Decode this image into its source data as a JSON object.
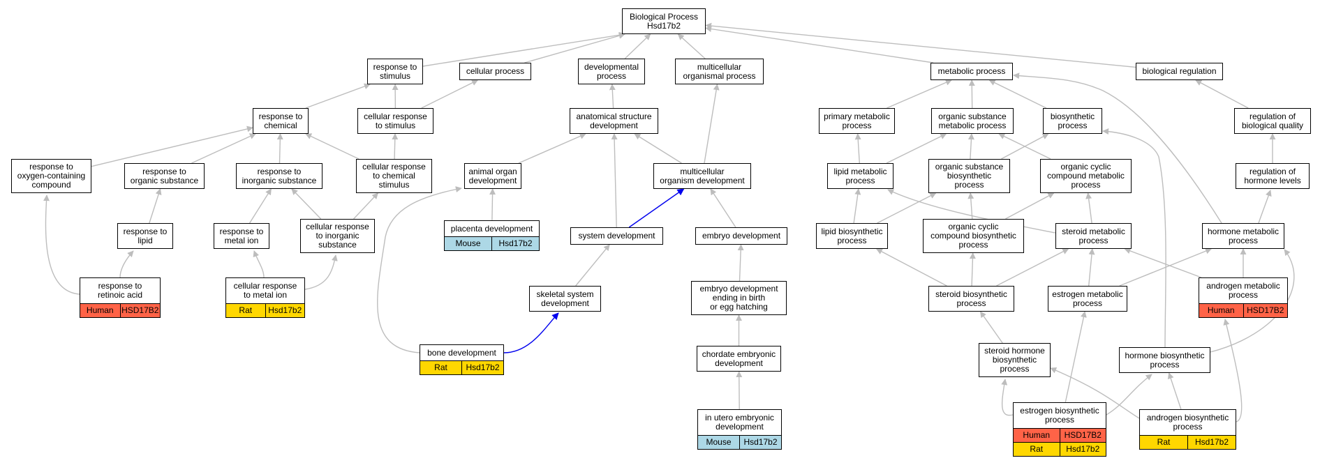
{
  "colors": {
    "edge": "#bdbdbd",
    "highlight_edge": "#0000ee",
    "Human": "#ff6347",
    "Rat": "#ffd700",
    "Mouse": "#add8e6"
  },
  "nodes": [
    {
      "id": "root",
      "label": "Biological Process\nHsd17b2"
    },
    {
      "id": "resp_stim",
      "label": "response to\nstimulus"
    },
    {
      "id": "cell_proc",
      "label": "cellular process"
    },
    {
      "id": "dev_proc",
      "label": "developmental\nprocess"
    },
    {
      "id": "multi_proc",
      "label": "multicellular\norganismal process"
    },
    {
      "id": "metab",
      "label": "metabolic process"
    },
    {
      "id": "bioreg",
      "label": "biological regulation"
    },
    {
      "id": "resp_chem",
      "label": "response to\nchemical"
    },
    {
      "id": "cell_resp_stim",
      "label": "cellular response\nto stimulus"
    },
    {
      "id": "anat_dev",
      "label": "anatomical structure\ndevelopment"
    },
    {
      "id": "prim_metab",
      "label": "primary metabolic\nprocess"
    },
    {
      "id": "org_sub_metab",
      "label": "organic substance\nmetabolic process"
    },
    {
      "id": "biosynth",
      "label": "biosynthetic\nprocess"
    },
    {
      "id": "reg_bio_qual",
      "label": "regulation of\nbiological quality"
    },
    {
      "id": "resp_oxy",
      "label": "response to\noxygen-containing\ncompound"
    },
    {
      "id": "resp_org_sub",
      "label": "response to\norganic substance"
    },
    {
      "id": "resp_inorg",
      "label": "response to\ninorganic substance"
    },
    {
      "id": "cell_resp_chem",
      "label": "cellular response\nto chemical\nstimulus"
    },
    {
      "id": "animal_organ",
      "label": "animal organ\ndevelopment"
    },
    {
      "id": "multi_dev",
      "label": "multicellular\norganism development"
    },
    {
      "id": "lipid_metab",
      "label": "lipid metabolic\nprocess"
    },
    {
      "id": "org_sub_bios",
      "label": "organic substance\nbiosynthetic\nprocess"
    },
    {
      "id": "org_cyc_metab",
      "label": "organic cyclic\ncompound metabolic\nprocess"
    },
    {
      "id": "reg_horm",
      "label": "regulation of\nhormone levels"
    },
    {
      "id": "resp_lipid",
      "label": "response to\nlipid"
    },
    {
      "id": "resp_metal",
      "label": "response to\nmetal ion"
    },
    {
      "id": "cell_resp_inorg",
      "label": "cellular response\nto inorganic\nsubstance"
    },
    {
      "id": "placenta",
      "label": "placenta development",
      "species": [
        {
          "name": "Mouse",
          "gene": "Hsd17b2"
        }
      ]
    },
    {
      "id": "sys_dev",
      "label": "system development"
    },
    {
      "id": "embryo_dev",
      "label": "embryo development"
    },
    {
      "id": "lipid_bios",
      "label": "lipid biosynthetic\nprocess"
    },
    {
      "id": "org_cyc_bios",
      "label": "organic cyclic\ncompound biosynthetic\nprocess"
    },
    {
      "id": "steroid_metab",
      "label": "steroid metabolic\nprocess"
    },
    {
      "id": "horm_metab",
      "label": "hormone metabolic\nprocess"
    },
    {
      "id": "resp_retinoic",
      "label": "response to\nretinoic acid",
      "species": [
        {
          "name": "Human",
          "gene": "HSD17B2"
        }
      ]
    },
    {
      "id": "cell_resp_metal",
      "label": "cellular response\nto metal ion",
      "species": [
        {
          "name": "Rat",
          "gene": "Hsd17b2"
        }
      ]
    },
    {
      "id": "skeletal",
      "label": "skeletal system\ndevelopment"
    },
    {
      "id": "embryo_birth",
      "label": "embryo development\nending in birth\nor egg hatching"
    },
    {
      "id": "steroid_bios",
      "label": "steroid biosynthetic\nprocess"
    },
    {
      "id": "estrogen_metab",
      "label": "estrogen metabolic\nprocess"
    },
    {
      "id": "androgen_metab",
      "label": "androgen metabolic\nprocess",
      "species": [
        {
          "name": "Human",
          "gene": "HSD17B2"
        }
      ]
    },
    {
      "id": "bone_dev",
      "label": "bone development",
      "species": [
        {
          "name": "Rat",
          "gene": "Hsd17b2"
        }
      ]
    },
    {
      "id": "chordate",
      "label": "chordate embryonic\ndevelopment"
    },
    {
      "id": "steroid_horm_bios",
      "label": "steroid hormone\nbiosynthetic\nprocess"
    },
    {
      "id": "horm_bios",
      "label": "hormone biosynthetic\nprocess"
    },
    {
      "id": "in_utero",
      "label": "in utero embryonic\ndevelopment",
      "species": [
        {
          "name": "Mouse",
          "gene": "Hsd17b2"
        }
      ]
    },
    {
      "id": "estrogen_bios",
      "label": "estrogen biosynthetic\nprocess",
      "species": [
        {
          "name": "Human",
          "gene": "HSD17B2"
        },
        {
          "name": "Rat",
          "gene": "Hsd17b2"
        }
      ]
    },
    {
      "id": "androgen_bios",
      "label": "androgen biosynthetic\nprocess",
      "species": [
        {
          "name": "Rat",
          "gene": "Hsd17b2"
        }
      ]
    }
  ],
  "edges": [
    [
      "resp_stim",
      "root"
    ],
    [
      "cell_proc",
      "root"
    ],
    [
      "dev_proc",
      "root"
    ],
    [
      "multi_proc",
      "root"
    ],
    [
      "metab",
      "root"
    ],
    [
      "bioreg",
      "root"
    ],
    [
      "resp_chem",
      "resp_stim"
    ],
    [
      "cell_resp_stim",
      "resp_stim"
    ],
    [
      "cell_resp_stim",
      "cell_proc"
    ],
    [
      "anat_dev",
      "dev_proc"
    ],
    [
      "multi_dev",
      "multi_proc"
    ],
    [
      "prim_metab",
      "metab"
    ],
    [
      "org_sub_metab",
      "metab"
    ],
    [
      "biosynth",
      "metab"
    ],
    [
      "reg_bio_qual",
      "bioreg"
    ],
    [
      "resp_oxy",
      "resp_chem"
    ],
    [
      "resp_org_sub",
      "resp_chem"
    ],
    [
      "resp_inorg",
      "resp_chem"
    ],
    [
      "cell_resp_chem",
      "resp_chem"
    ],
    [
      "cell_resp_chem",
      "cell_resp_stim"
    ],
    [
      "animal_organ",
      "anat_dev"
    ],
    [
      "sys_dev",
      "anat_dev"
    ],
    [
      "multi_dev",
      "anat_dev"
    ],
    [
      "lipid_metab",
      "prim_metab"
    ],
    [
      "lipid_metab",
      "org_sub_metab"
    ],
    [
      "org_sub_bios",
      "org_sub_metab"
    ],
    [
      "org_sub_bios",
      "biosynth"
    ],
    [
      "org_cyc_metab",
      "org_sub_metab"
    ],
    [
      "reg_horm",
      "reg_bio_qual"
    ],
    [
      "resp_lipid",
      "resp_org_sub"
    ],
    [
      "resp_metal",
      "resp_inorg"
    ],
    [
      "cell_resp_inorg",
      "resp_inorg"
    ],
    [
      "cell_resp_inorg",
      "cell_resp_chem"
    ],
    [
      "placenta",
      "animal_organ"
    ],
    [
      "sys_dev",
      "multi_dev",
      "blue"
    ],
    [
      "embryo_dev",
      "multi_dev"
    ],
    [
      "lipid_bios",
      "lipid_metab"
    ],
    [
      "lipid_bios",
      "org_sub_bios"
    ],
    [
      "org_cyc_bios",
      "org_sub_bios"
    ],
    [
      "org_cyc_bios",
      "org_cyc_metab"
    ],
    [
      "steroid_metab",
      "lipid_metab"
    ],
    [
      "steroid_metab",
      "org_cyc_metab"
    ],
    [
      "horm_metab",
      "reg_horm"
    ],
    [
      "horm_metab",
      "metab"
    ],
    [
      "resp_retinoic",
      "resp_oxy"
    ],
    [
      "resp_retinoic",
      "resp_lipid"
    ],
    [
      "cell_resp_metal",
      "resp_metal"
    ],
    [
      "cell_resp_metal",
      "cell_resp_inorg"
    ],
    [
      "skeletal",
      "sys_dev"
    ],
    [
      "embryo_birth",
      "embryo_dev"
    ],
    [
      "steroid_bios",
      "lipid_bios"
    ],
    [
      "steroid_bios",
      "org_cyc_bios"
    ],
    [
      "steroid_bios",
      "steroid_metab"
    ],
    [
      "estrogen_metab",
      "steroid_metab"
    ],
    [
      "estrogen_metab",
      "horm_metab"
    ],
    [
      "androgen_metab",
      "steroid_metab"
    ],
    [
      "androgen_metab",
      "horm_metab"
    ],
    [
      "bone_dev",
      "skeletal",
      "blue"
    ],
    [
      "bone_dev",
      "animal_organ"
    ],
    [
      "chordate",
      "embryo_birth"
    ],
    [
      "steroid_horm_bios",
      "steroid_bios"
    ],
    [
      "horm_bios",
      "biosynth"
    ],
    [
      "horm_bios",
      "horm_metab"
    ],
    [
      "in_utero",
      "chordate"
    ],
    [
      "estrogen_bios",
      "steroid_horm_bios"
    ],
    [
      "estrogen_bios",
      "estrogen_metab"
    ],
    [
      "estrogen_bios",
      "horm_bios"
    ],
    [
      "androgen_bios",
      "steroid_horm_bios"
    ],
    [
      "androgen_bios",
      "horm_bios"
    ],
    [
      "androgen_bios",
      "androgen_metab"
    ]
  ]
}
